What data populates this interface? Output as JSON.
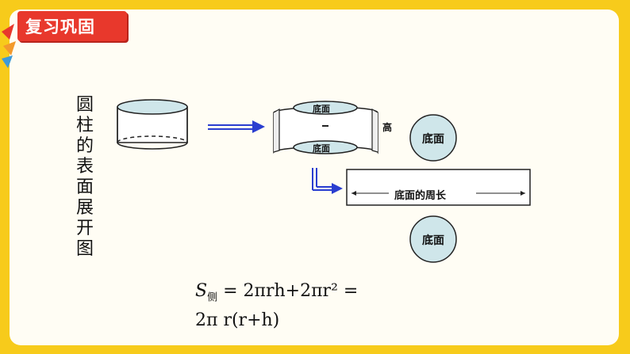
{
  "header": {
    "title": "复习巩固"
  },
  "slide": {
    "vertical_title": "圆柱的表面展开图",
    "cylinder_top_label": "底面",
    "cylinder_bottom_label": "底面",
    "height_label": "高",
    "circle_top_label": "底面",
    "circle_bottom_label": "底面",
    "rect_label": "底面的周长"
  },
  "formula": {
    "line1_s": "S",
    "line1_sub": "侧",
    "line1_rest": "= 2πrh+2πr² =",
    "line2": "2π r(r+h)"
  },
  "colors": {
    "frame_border": "#f7cb1b",
    "title_bg": "#e8382c",
    "shape_fill": "#cfe6ea",
    "arrow": "#2a3ed0"
  }
}
